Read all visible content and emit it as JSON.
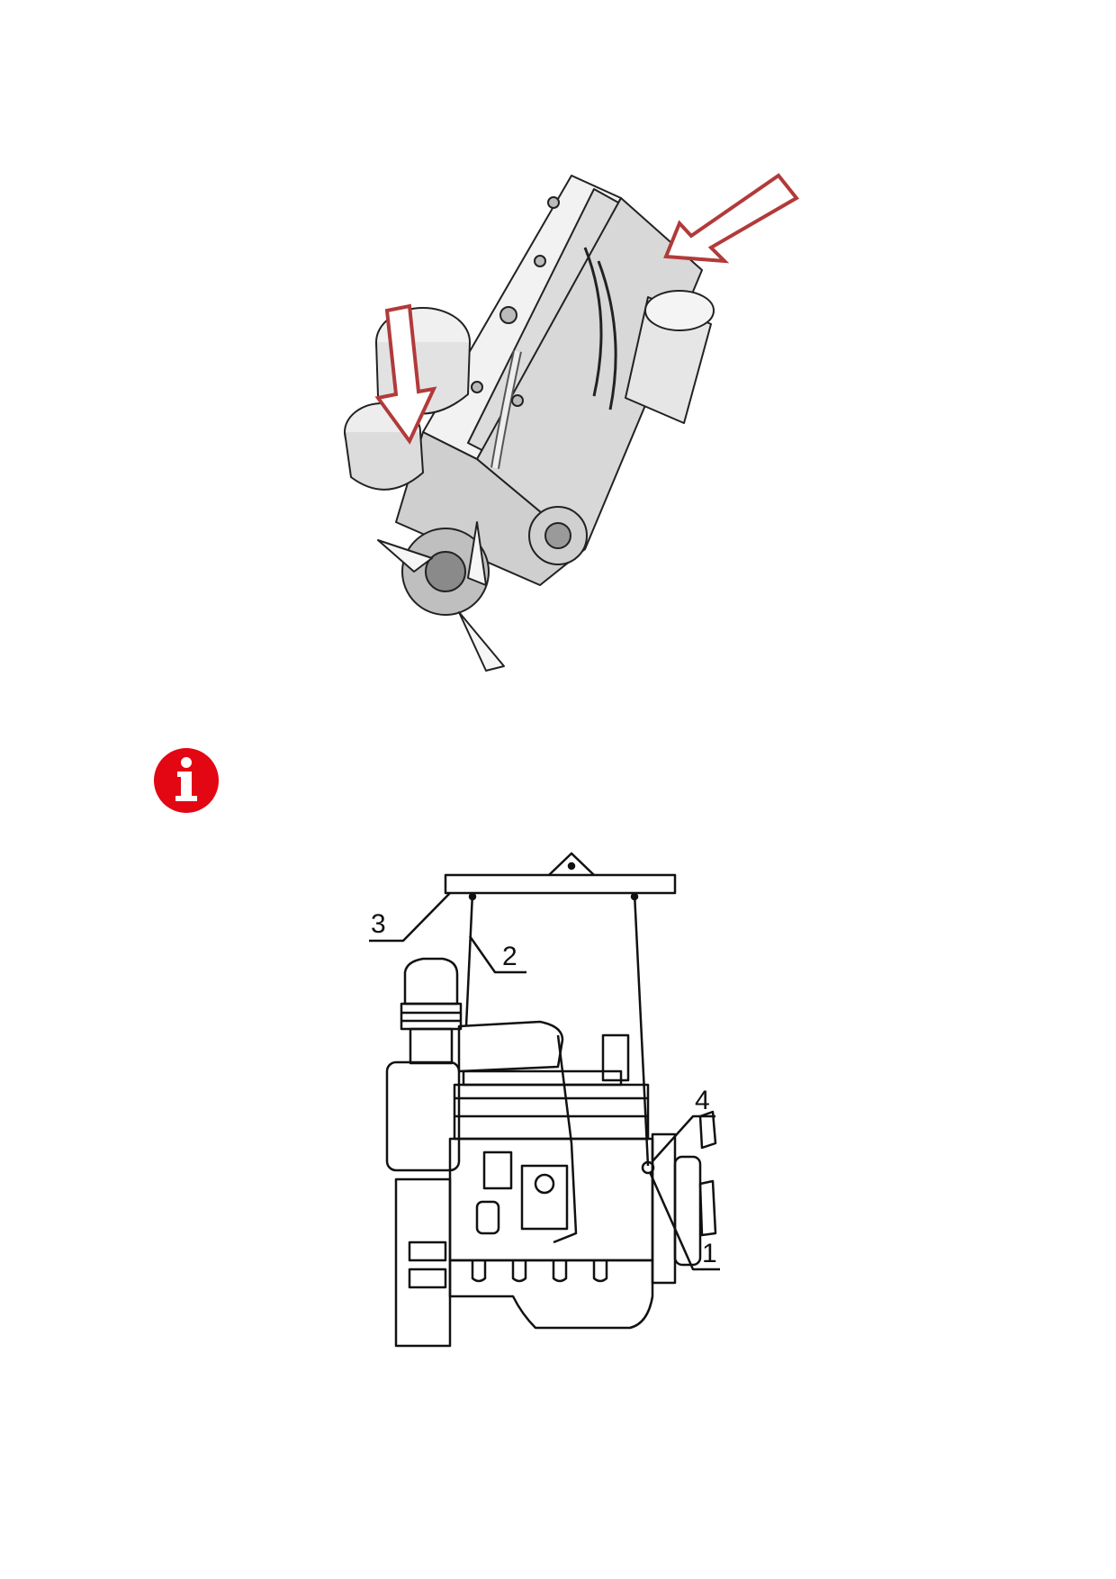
{
  "page": {
    "background": "#ffffff"
  },
  "engine_figure": {
    "arrow_color": "#b23a3a",
    "arrows": [
      {
        "name": "alternator-lifting-eye-arrow"
      },
      {
        "name": "rear-lifting-eye-arrow"
      }
    ]
  },
  "info_badge": {
    "icon": "info-icon",
    "color": "#e30613",
    "glyph": "i"
  },
  "lifting_figure": {
    "callouts": [
      {
        "id": "callout-3",
        "label": "3"
      },
      {
        "id": "callout-2",
        "label": "2"
      },
      {
        "id": "callout-4",
        "label": "4"
      },
      {
        "id": "callout-1",
        "label": "1"
      }
    ]
  }
}
